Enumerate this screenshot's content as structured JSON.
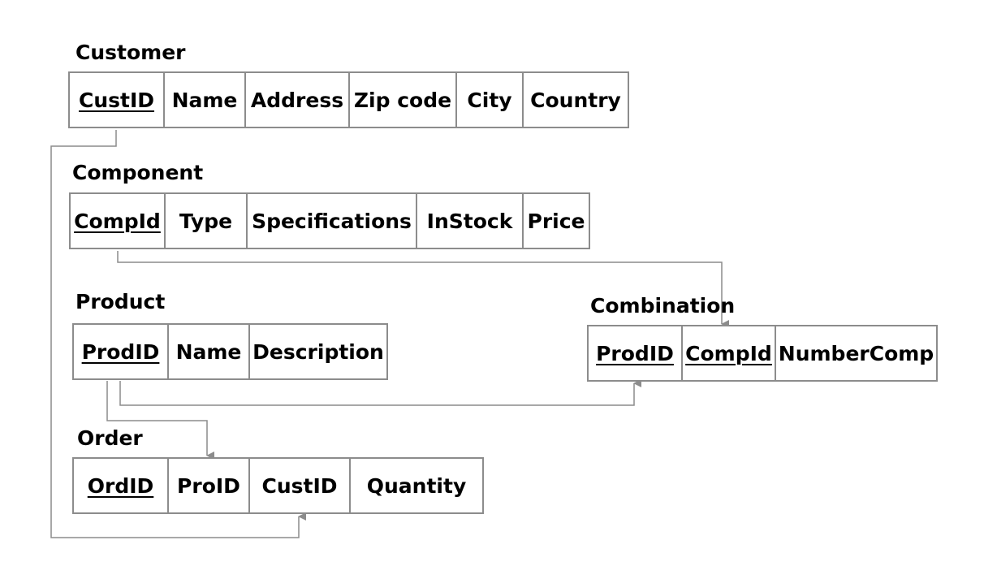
{
  "tables": {
    "customer": {
      "title": "Customer",
      "columns": [
        {
          "label": "CustID",
          "key": true
        },
        {
          "label": "Name"
        },
        {
          "label": "Address"
        },
        {
          "label": "Zip code"
        },
        {
          "label": "City"
        },
        {
          "label": "Country"
        }
      ]
    },
    "component": {
      "title": "Component",
      "columns": [
        {
          "label": "CompId",
          "key": true
        },
        {
          "label": "Type"
        },
        {
          "label": "Specifications"
        },
        {
          "label": "InStock"
        },
        {
          "label": "Price"
        }
      ]
    },
    "product": {
      "title": "Product",
      "columns": [
        {
          "label": "ProdID",
          "key": true
        },
        {
          "label": "Name"
        },
        {
          "label": "Description"
        }
      ]
    },
    "combination": {
      "title": "Combination",
      "columns": [
        {
          "label": "ProdID",
          "key": true
        },
        {
          "label": "CompId",
          "key": true
        },
        {
          "label": "NumberComp"
        }
      ]
    },
    "order": {
      "title": "Order",
      "columns": [
        {
          "label": "OrdID",
          "key": true
        },
        {
          "label": "ProID"
        },
        {
          "label": "CustID"
        },
        {
          "label": "Quantity"
        }
      ]
    }
  },
  "relationships": [
    {
      "from": "Customer.CustID",
      "to": "Order.CustID"
    },
    {
      "from": "Component.CompId",
      "to": "Combination.CompId"
    },
    {
      "from": "Product.ProdID",
      "to": "Combination.ProdID"
    },
    {
      "from": "Product.ProdID",
      "to": "Order.ProID"
    }
  ],
  "colors": {
    "border": "#8c8c8c",
    "connector": "#8c8c8c",
    "text": "#000000"
  }
}
